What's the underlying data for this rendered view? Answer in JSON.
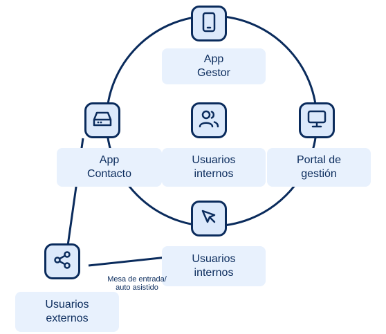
{
  "colors": {
    "stroke": "#0a2b5c",
    "icon_bg": "#dce9fb",
    "label_bg": "#e8f1fd"
  },
  "nodes": {
    "app_gestor": {
      "icon": "smartphone-icon",
      "line1": "App",
      "line2": "Gestor"
    },
    "app_contacto": {
      "icon": "hard-drive-icon",
      "line1": "App",
      "line2": "Contacto"
    },
    "usuarios_internos_center": {
      "icon": "users-icon",
      "line1": "Usuarios",
      "line2": "internos"
    },
    "portal_gestion": {
      "icon": "monitor-icon",
      "line1": "Portal de",
      "line2": "gestión"
    },
    "usuarios_internos_bottom": {
      "icon": "cursor-icon",
      "line1": "Usuarios",
      "line2": "internos"
    },
    "usuarios_externos": {
      "icon": "share-icon",
      "line1": "Usuarios",
      "line2": "externos"
    }
  },
  "edge_label": {
    "line1": "Mesa de entrada/",
    "line2": "auto asistido"
  }
}
